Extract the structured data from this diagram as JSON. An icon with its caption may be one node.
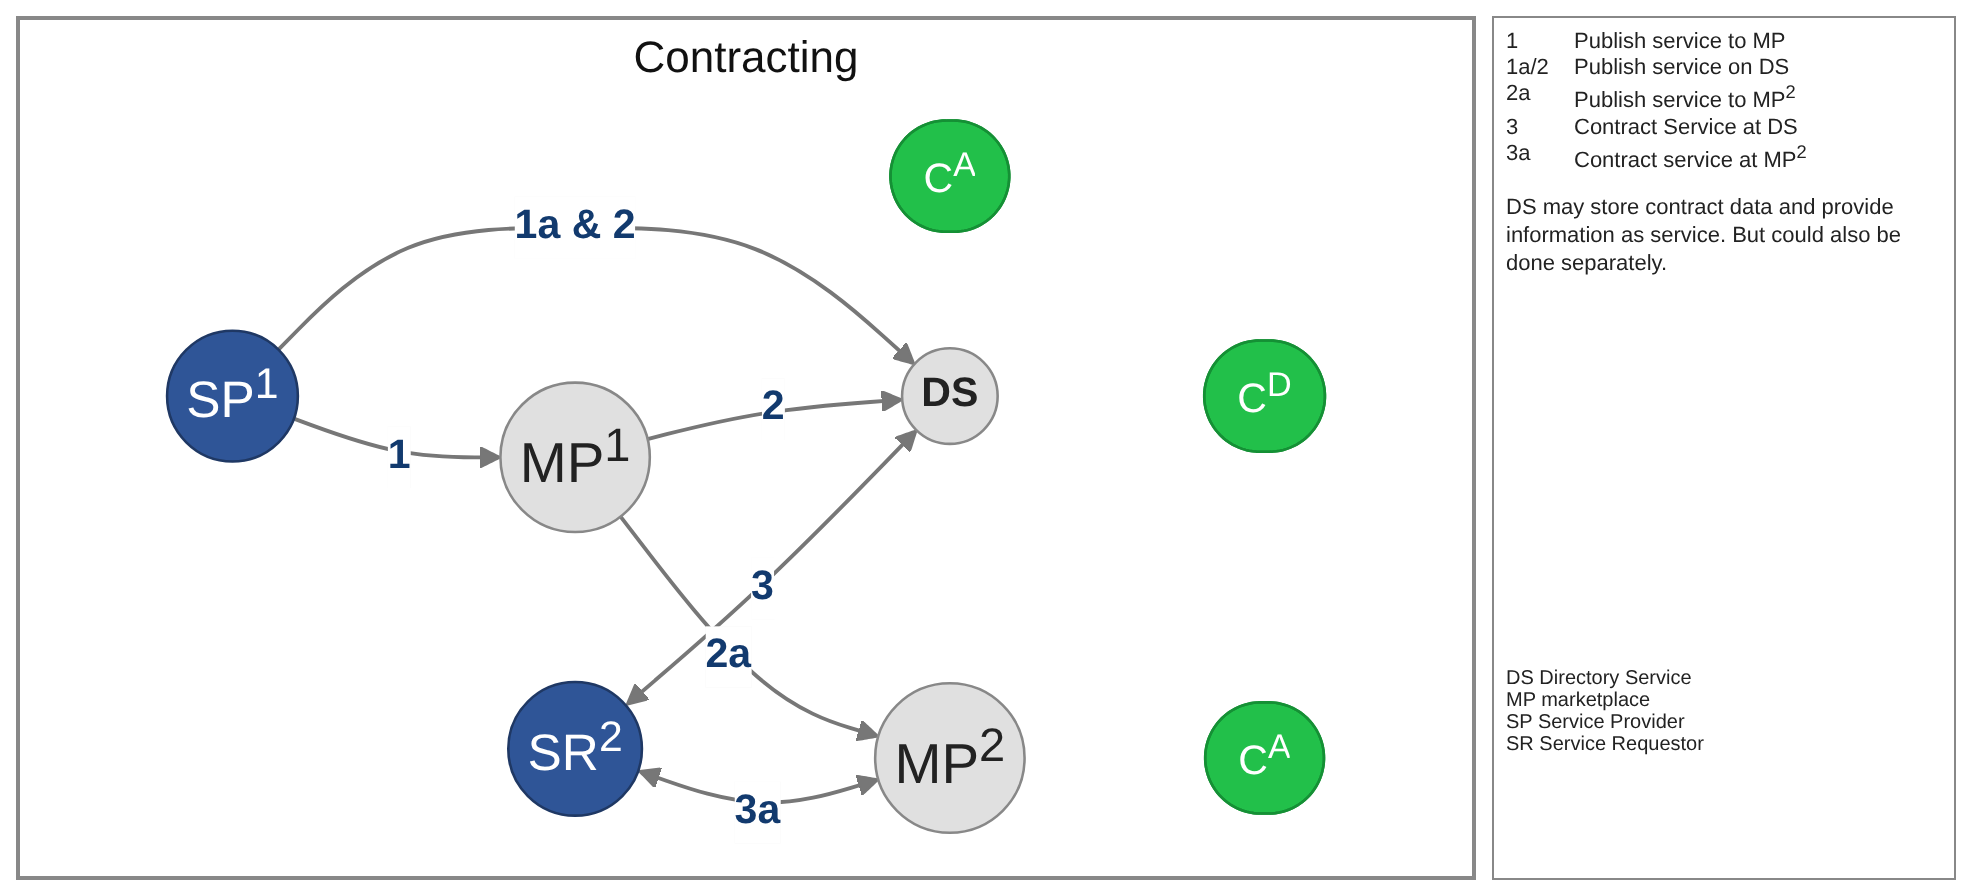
{
  "diagram": {
    "title": "Contracting",
    "nodes": [
      {
        "text": [
          "SP$^{1}$"
        ]
      },
      {
        "text": [
          "MP$^{1}$"
        ]
      },
      {
        "text": [
          "C$^{A}$"
        ]
      },
      {
        "text": [
          "DS"
        ]
      },
      {
        "text": [
          "C$^{D}$"
        ]
      },
      {
        "text": [
          "SR$^{2}$"
        ]
      },
      {
        "text": [
          "MP$^{2}$"
        ]
      },
      {
        "text": [
          "C$^{A}$"
        ]
      }
    ],
    "edges": [
      {
        "from": 0,
        "to": 1,
        "arrow": "to",
        "label": "1"
      },
      {
        "from": 0,
        "to": 3,
        "arrow": "to",
        "label": "1a & 2"
      },
      {
        "from": 1,
        "to": 3,
        "arrow": "to",
        "label": "2"
      },
      {
        "from": 1,
        "to": 6,
        "arrow": "to",
        "label": "2a"
      },
      {
        "from": 5,
        "to": 3,
        "arrow": "both",
        "label": "3"
      },
      {
        "from": 5,
        "to": 6,
        "arrow": "both",
        "label": "3a"
      }
    ],
    "labels": [
      "1",
      "Publish service to MP",
      "1a/2",
      "Publish service on DS",
      "2a",
      "Publish service to MP$^{2}$",
      "3",
      "Contract Service at DS",
      "3a",
      "Contract service at MP$^{2}$",
      "DS may store contract data and provide information as service. But could also be done separately.",
      "DS Directory Service",
      "MP marketplace",
      "SP Service Provider",
      "SR Service Requestor"
    ]
  }
}
